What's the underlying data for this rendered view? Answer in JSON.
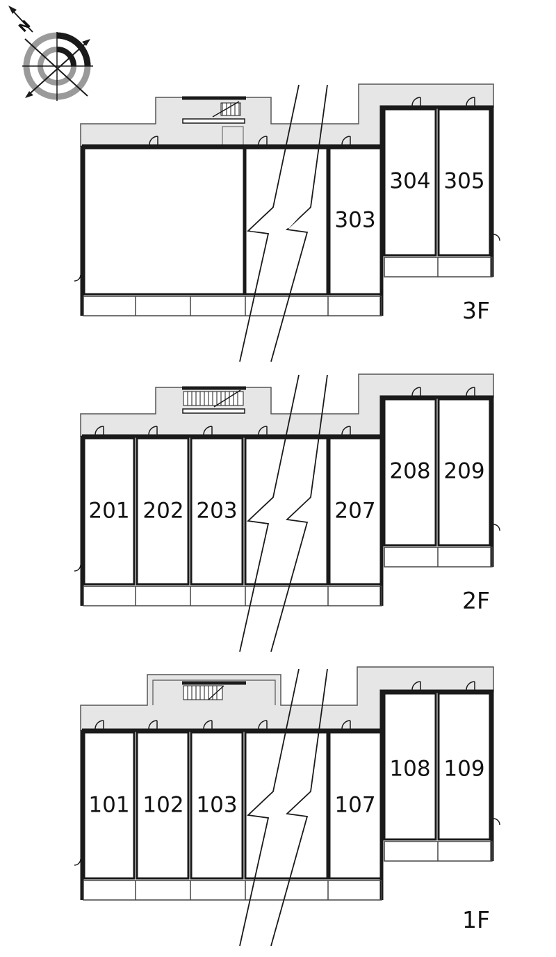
{
  "compass": {
    "north_letter": "N"
  },
  "colors": {
    "wall": "#1a1a1a",
    "corridor_fill": "#e6e6e6",
    "balcony_line": "#444444",
    "background": "#ffffff",
    "compass_gray": "#9a9a9a"
  },
  "floors": [
    {
      "label": "3F",
      "units": [
        "303",
        "304",
        "305"
      ]
    },
    {
      "label": "2F",
      "units": [
        "201",
        "202",
        "203",
        "207",
        "208",
        "209"
      ]
    },
    {
      "label": "1F",
      "units": [
        "101",
        "102",
        "103",
        "107",
        "108",
        "109"
      ]
    }
  ]
}
